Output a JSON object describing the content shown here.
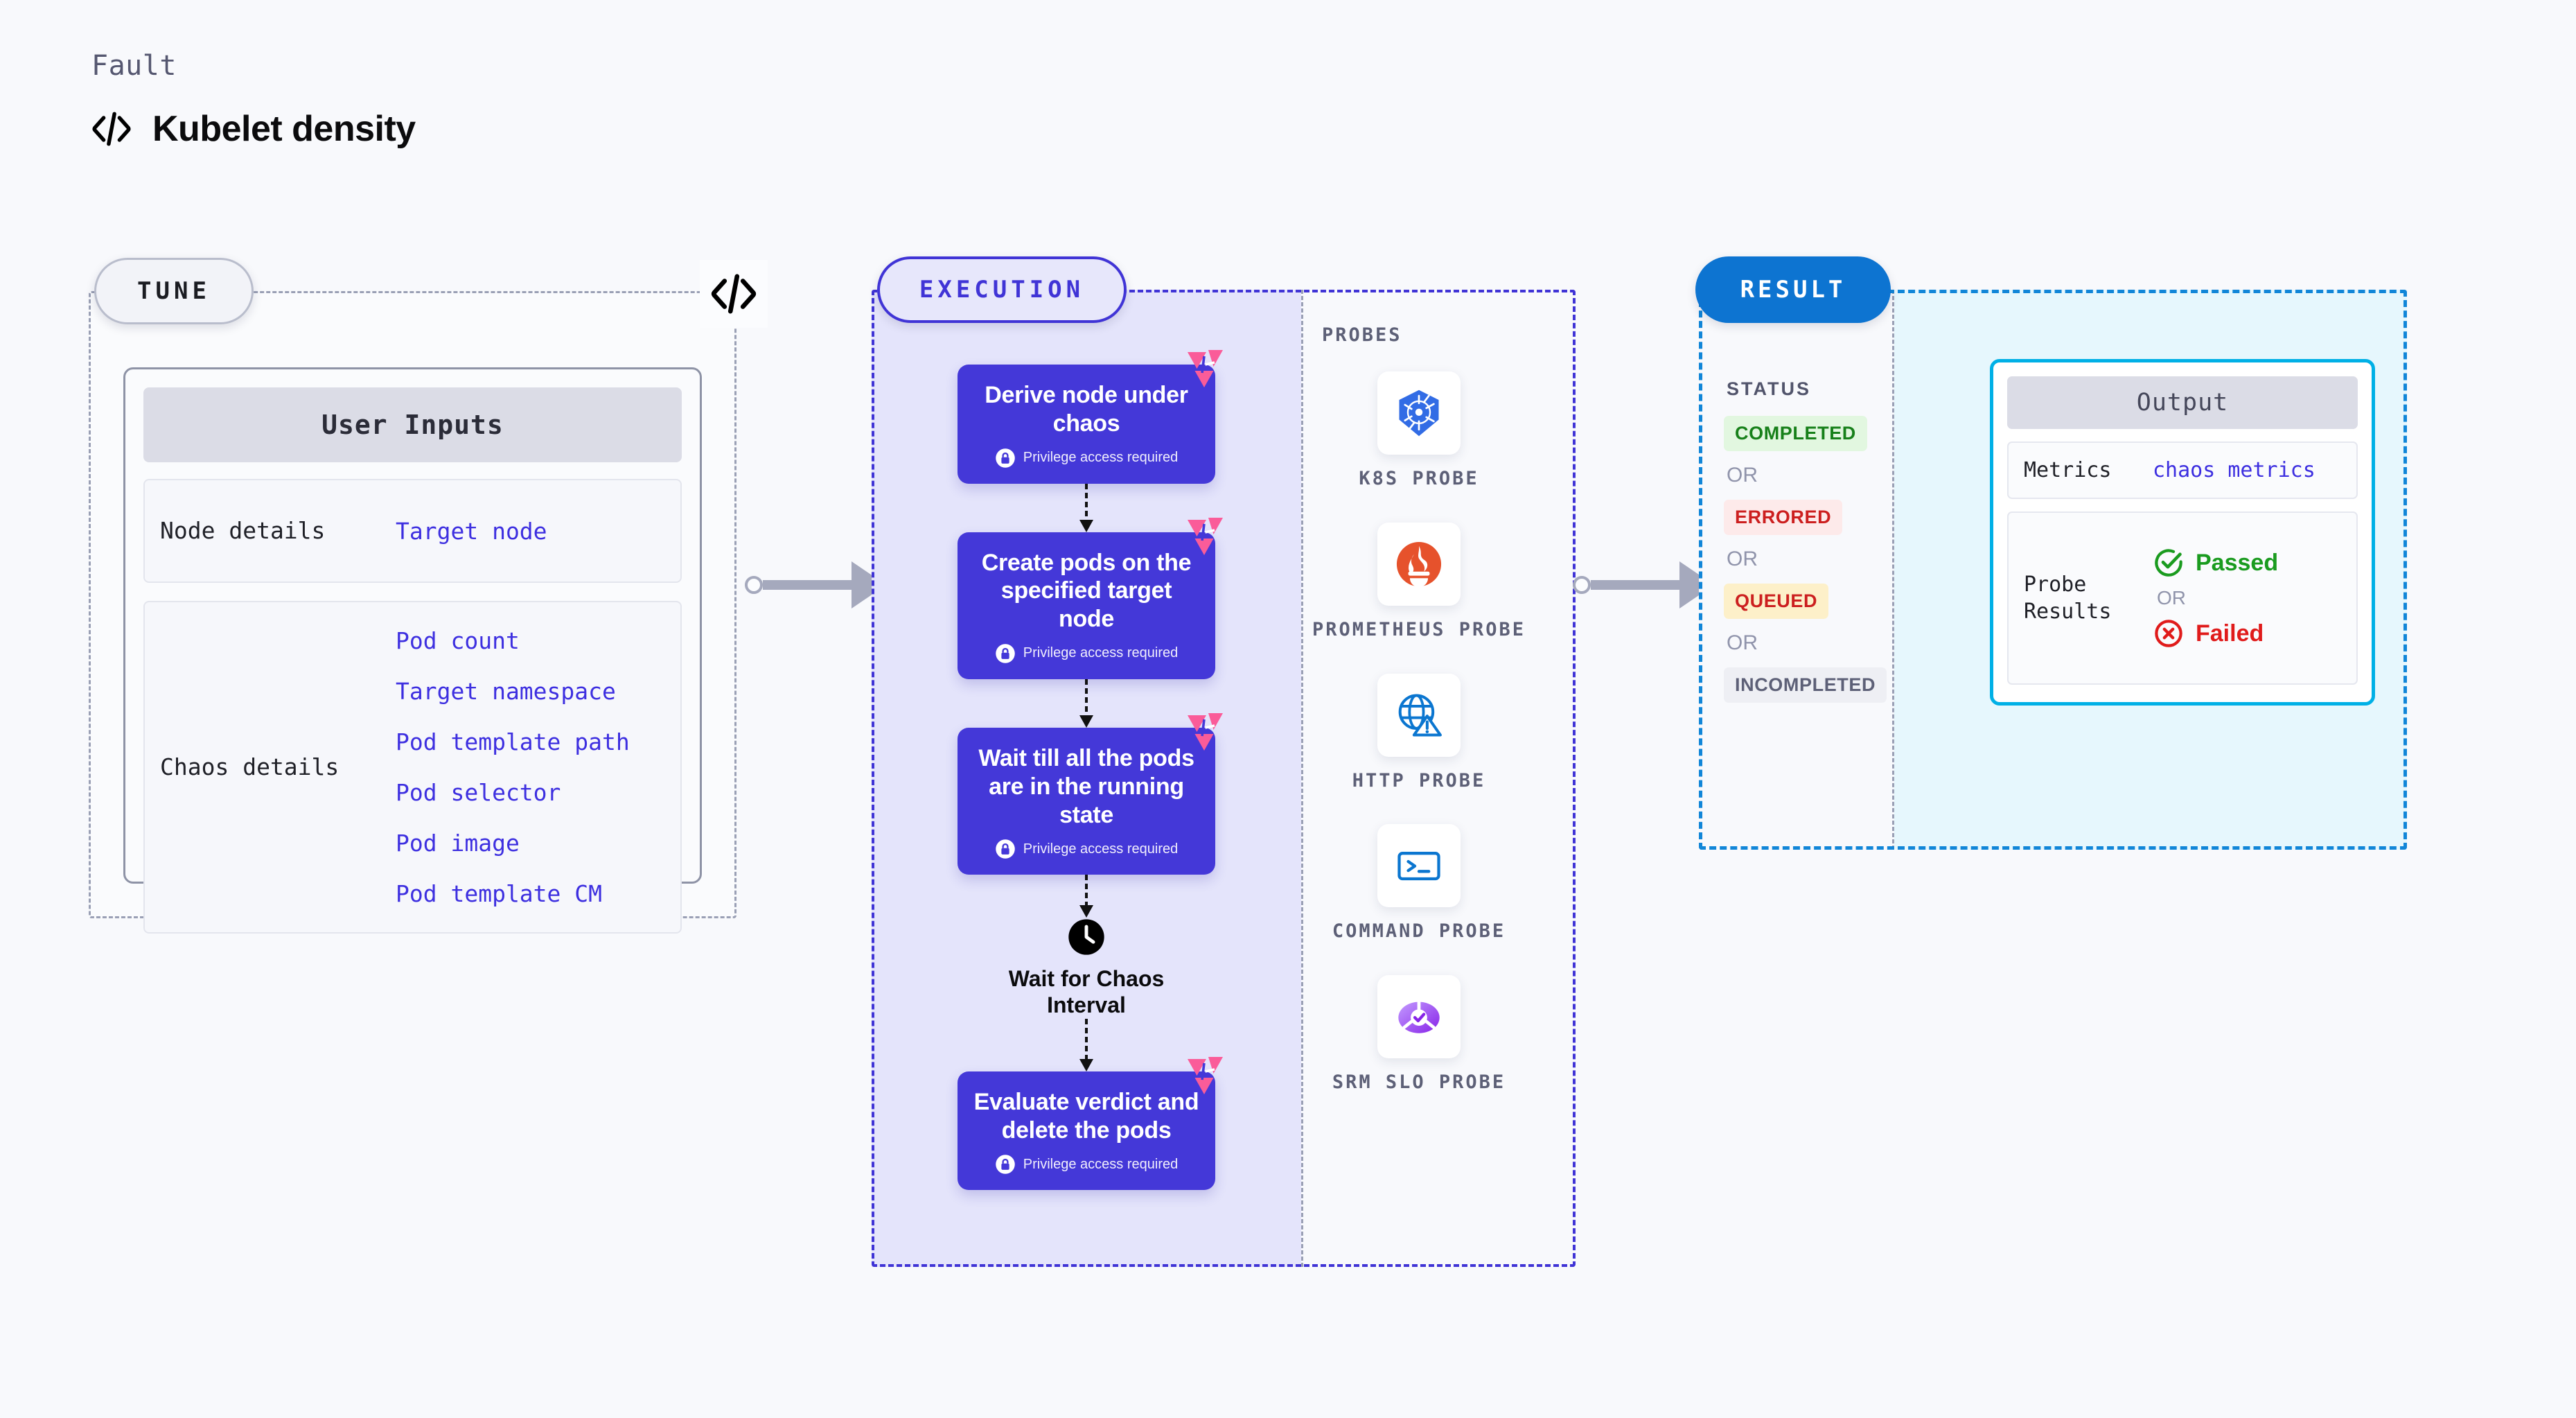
{
  "header": {
    "kicker": "Fault",
    "title": "Kubelet density",
    "icon": "code-brackets-icon"
  },
  "tune": {
    "pill_label": "TUNE",
    "card_title": "User Inputs",
    "rows": [
      {
        "key": "Node details",
        "values": [
          "Target node"
        ]
      },
      {
        "key": "Chaos details",
        "values": [
          "Pod count",
          "Target namespace",
          "Pod template path",
          "Pod selector",
          "Pod image",
          "Pod template CM"
        ]
      }
    ]
  },
  "execution": {
    "pill_label": "EXECUTION",
    "privilege_note": "Privilege access required",
    "nodes": [
      {
        "title": "Derive node under chaos",
        "privileged": true
      },
      {
        "title": "Create pods on the specified target node",
        "privileged": true
      },
      {
        "title": "Wait till all the pods are in the running state",
        "privileged": true
      }
    ],
    "wait_step": {
      "label": "Wait for Chaos Interval",
      "icon": "clock-icon"
    },
    "final_node": {
      "title": "Evaluate verdict and delete the pods",
      "privileged": true
    },
    "probes": {
      "section_label": "PROBES",
      "items": [
        {
          "name": "K8S PROBE",
          "icon": "kubernetes-icon"
        },
        {
          "name": "PROMETHEUS PROBE",
          "icon": "prometheus-icon"
        },
        {
          "name": "HTTP PROBE",
          "icon": "http-globe-warning-icon"
        },
        {
          "name": "COMMAND PROBE",
          "icon": "terminal-icon"
        },
        {
          "name": "SRM SLO PROBE",
          "icon": "srm-slo-icon"
        }
      ]
    }
  },
  "result": {
    "pill_label": "RESULT",
    "status_label": "STATUS",
    "or_label": "OR",
    "statuses": [
      {
        "label": "COMPLETED",
        "bg": "#e2f7e0",
        "fg": "#17801a"
      },
      {
        "label": "ERRORED",
        "bg": "#fdeaea",
        "fg": "#cc1f1f"
      },
      {
        "label": "QUEUED",
        "bg": "#fdf0c9",
        "fg": "#cc1f1f"
      },
      {
        "label": "INCOMPLETED",
        "bg": "#eeeff4",
        "fg": "#5d6077"
      }
    ],
    "output": {
      "title": "Output",
      "metrics_key": "Metrics",
      "metrics_value": "chaos metrics",
      "probe_results_key": "Probe Results",
      "passed_label": "Passed",
      "failed_label": "Failed",
      "or_label": "OR",
      "passed_color": "#1a9b1f",
      "failed_color": "#e01b1b"
    }
  },
  "colors": {
    "page_bg": "#f8f9fc",
    "execution_accent": "#4034d6",
    "execution_node": "#4438d8",
    "result_accent": "#1186d8",
    "output_border": "#00b0e6",
    "link_value": "#3d2fe0",
    "harness_pink": "#fa5c99"
  }
}
